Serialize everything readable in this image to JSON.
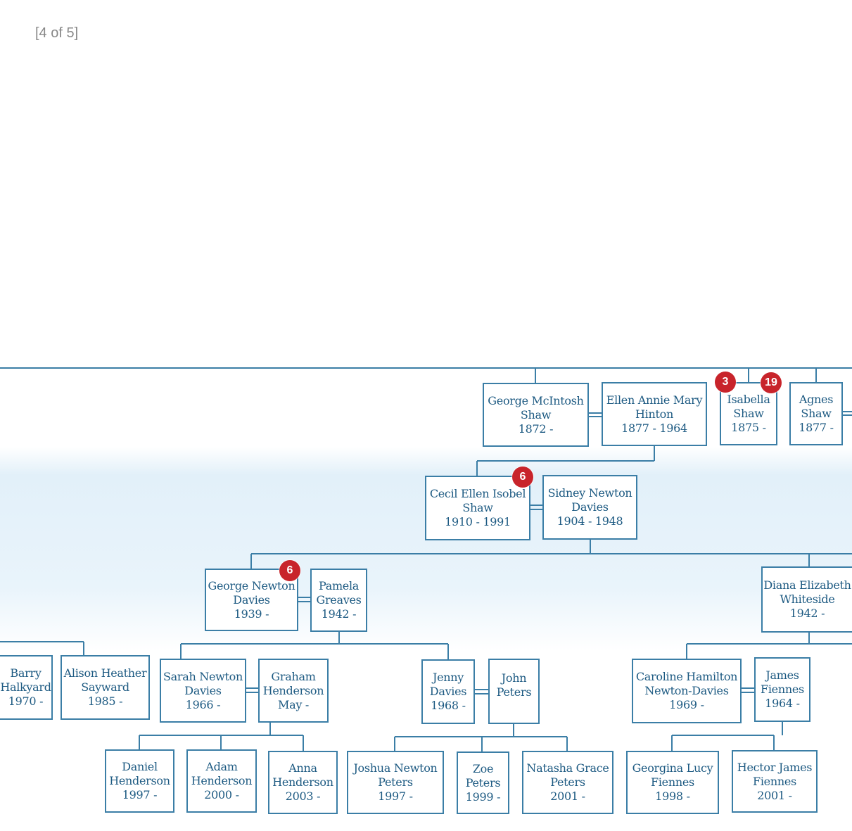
{
  "page_counter": "[4 of 5]",
  "colors": {
    "line": "#3b7ea6",
    "text": "#1d5a82",
    "badge": "#c8242b",
    "band": "#e2f0f9"
  },
  "people": {
    "george_mcintosh_shaw": {
      "l1": "George McIntosh",
      "l2": "Shaw",
      "dates": "1872 -"
    },
    "ellen_annie_mary_hinton": {
      "l1": "Ellen Annie Mary",
      "l2": "Hinton",
      "dates": "1877 - 1964"
    },
    "isabella_shaw": {
      "l1": "Isabella",
      "l2": "Shaw",
      "dates": "1875 -"
    },
    "agnes_shaw": {
      "l1": "Agnes",
      "l2": "Shaw",
      "dates": "1877 -"
    },
    "cecil_ellen_isobel_shaw": {
      "l1": "Cecil Ellen Isobel",
      "l2": "Shaw",
      "dates": "1910 - 1991"
    },
    "sidney_newton_davies": {
      "l1": "Sidney Newton",
      "l2": "Davies",
      "dates": "1904 - 1948"
    },
    "george_newton_davies": {
      "l1": "George Newton",
      "l2": "Davies",
      "dates": "1939 -"
    },
    "pamela_greaves": {
      "l1": "Pamela",
      "l2": "Greaves",
      "dates": "1942 -"
    },
    "diana_elizabeth_whiteside": {
      "l1": "Diana Elizabeth",
      "l2": "Whiteside",
      "dates": "1942 -"
    },
    "barry_halkyard": {
      "l1": "Barry",
      "l2": "Halkyard",
      "dates": "1970 -"
    },
    "alison_heather_sayward": {
      "l1": "Alison Heather",
      "l2": "Sayward",
      "dates": "1985 -"
    },
    "sarah_newton_davies": {
      "l1": "Sarah Newton",
      "l2": "Davies",
      "dates": "1966 -"
    },
    "graham_henderson_may": {
      "l1": "Graham",
      "l2": "Henderson",
      "l3": "May -"
    },
    "jenny_davies": {
      "l1": "Jenny",
      "l2": "Davies",
      "dates": "1968 -"
    },
    "john_peters": {
      "l1": "John",
      "l2": "Peters"
    },
    "caroline_hamilton_newton_davies": {
      "l1": "Caroline Hamilton",
      "l2": "Newton-Davies",
      "dates": "1969 -"
    },
    "james_fiennes": {
      "l1": "James",
      "l2": "Fiennes",
      "dates": "1964 -"
    },
    "daniel_henderson": {
      "l1": "Daniel",
      "l2": "Henderson",
      "dates": "1997 -"
    },
    "adam_henderson": {
      "l1": "Adam",
      "l2": "Henderson",
      "dates": "2000 -"
    },
    "anna_henderson": {
      "l1": "Anna",
      "l2": "Henderson",
      "dates": "2003 -"
    },
    "joshua_newton_peters": {
      "l1": "Joshua Newton",
      "l2": "Peters",
      "dates": "1997 -"
    },
    "zoe_peters": {
      "l1": "Zoe",
      "l2": "Peters",
      "dates": "1999 -"
    },
    "natasha_grace_peters": {
      "l1": "Natasha Grace",
      "l2": "Peters",
      "dates": "2001 -"
    },
    "georgina_lucy_fiennes": {
      "l1": "Georgina Lucy",
      "l2": "Fiennes",
      "dates": "1998 -"
    },
    "hector_james_fiennes": {
      "l1": "Hector James",
      "l2": "Fiennes",
      "dates": "2001 -"
    }
  },
  "badges": {
    "isabella_left": "3",
    "isabella_right": "19",
    "cecil": "6",
    "george_newton": "6"
  }
}
